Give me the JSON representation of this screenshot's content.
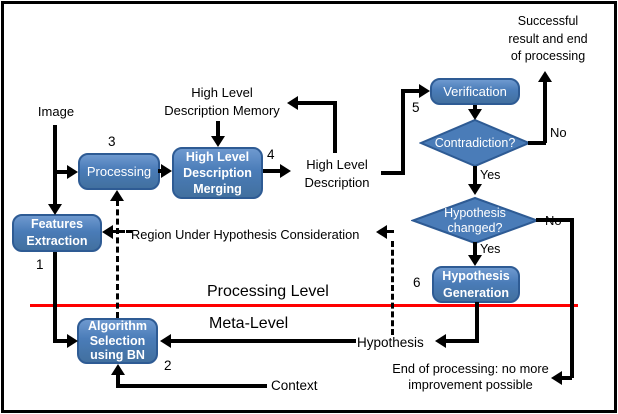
{
  "colors": {
    "node_fill": "#4a7cb8",
    "node_border": "#2e5b94",
    "node_text": "#ffffff",
    "divider_line": "#fe0000",
    "edge_line": "#000000",
    "background": "#ffffff"
  },
  "nodes": {
    "processing": {
      "label": "Processing"
    },
    "hld_merging": {
      "label": "High Level\nDescription\nMerging"
    },
    "features_extraction": {
      "label": "Features\nExtraction"
    },
    "algorithm_selection": {
      "label": "Algorithm\nSelection\nusing BN"
    },
    "verification": {
      "label": "Verification"
    },
    "hypothesis_generation": {
      "label": "Hypothesis\nGeneration"
    }
  },
  "decisions": {
    "contradiction": {
      "label": "Contradiction?"
    },
    "hypothesis_changed": {
      "label": "Hypothesis\nchanged?"
    }
  },
  "labels": {
    "image": "Image",
    "hld_memory": "High Level\nDescription Memory",
    "high_level_description": "High Level\nDescription",
    "successful_end": "Successful\nresult and end\nof processing",
    "region_under_hypothesis": "Region Under Hypothesis Consideration",
    "processing_level": "Processing Level",
    "meta_level": "Meta-Level",
    "hypothesis": "Hypothesis",
    "end_no_improvement": "End of processing: no more\nimprovement possible",
    "context": "Context"
  },
  "branch_labels": {
    "contradiction_no": "No",
    "contradiction_yes": "Yes",
    "hypothesis_changed_no": "No",
    "hypothesis_changed_yes": "Yes"
  },
  "step_numbers": {
    "n1": "1",
    "n2": "2",
    "n3": "3",
    "n4": "4",
    "n5": "5",
    "n6": "6"
  }
}
